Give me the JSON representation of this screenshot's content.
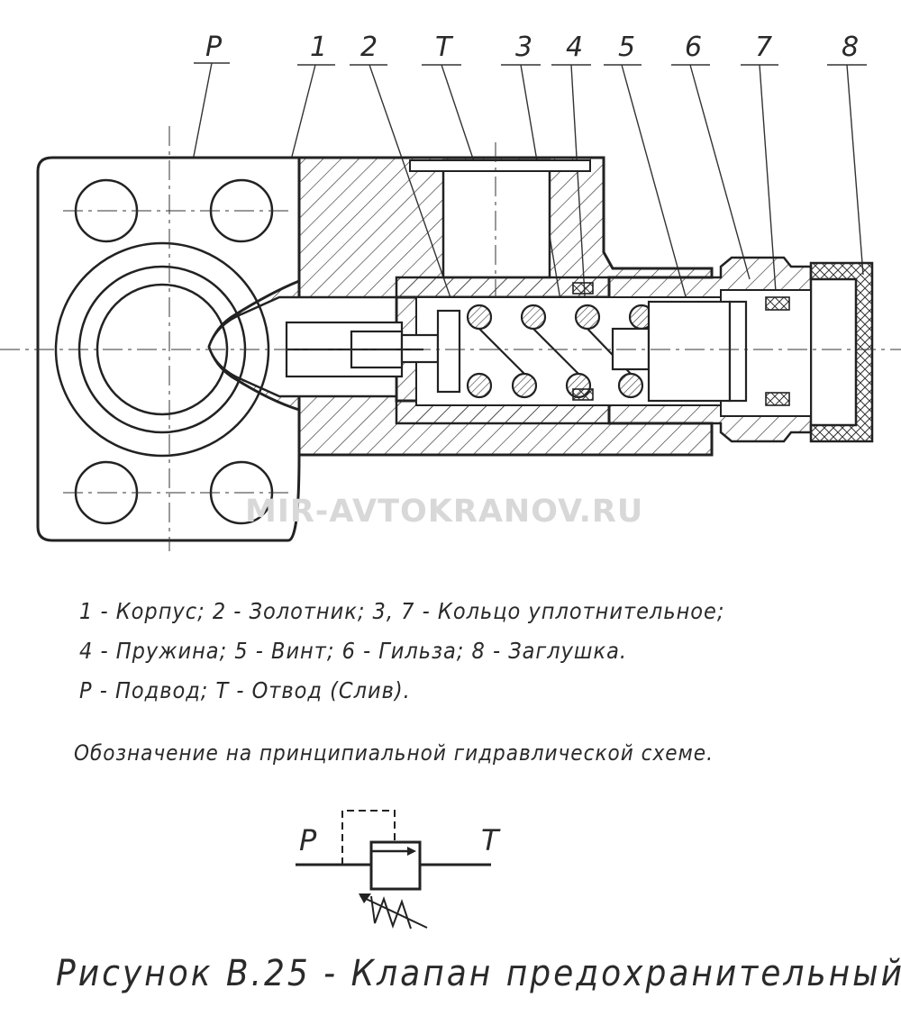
{
  "callouts": {
    "p": "P",
    "n1": "1",
    "n2": "2",
    "t": "T",
    "n3": "3",
    "n4": "4",
    "n5": "5",
    "n6": "6",
    "n7": "7",
    "n8": "8"
  },
  "watermark": "MIR-AVTOKRANOV.RU",
  "legend": [
    "1 - Корпус; 2 - Золотник; 3, 7 - Кольцо уплотнительное;",
    "4 - Пружина; 5 - Винт; 6 - Гильза; 8 - Заглушка.",
    "P - Подвод; T - Отвод (Слив)."
  ],
  "schematic_title": "Обозначение на принципиальной гидравлической схеме.",
  "schematic": {
    "p_label": "P",
    "t_label": "T"
  },
  "caption": "Рисунок В.25    - Клапан предохранительный."
}
